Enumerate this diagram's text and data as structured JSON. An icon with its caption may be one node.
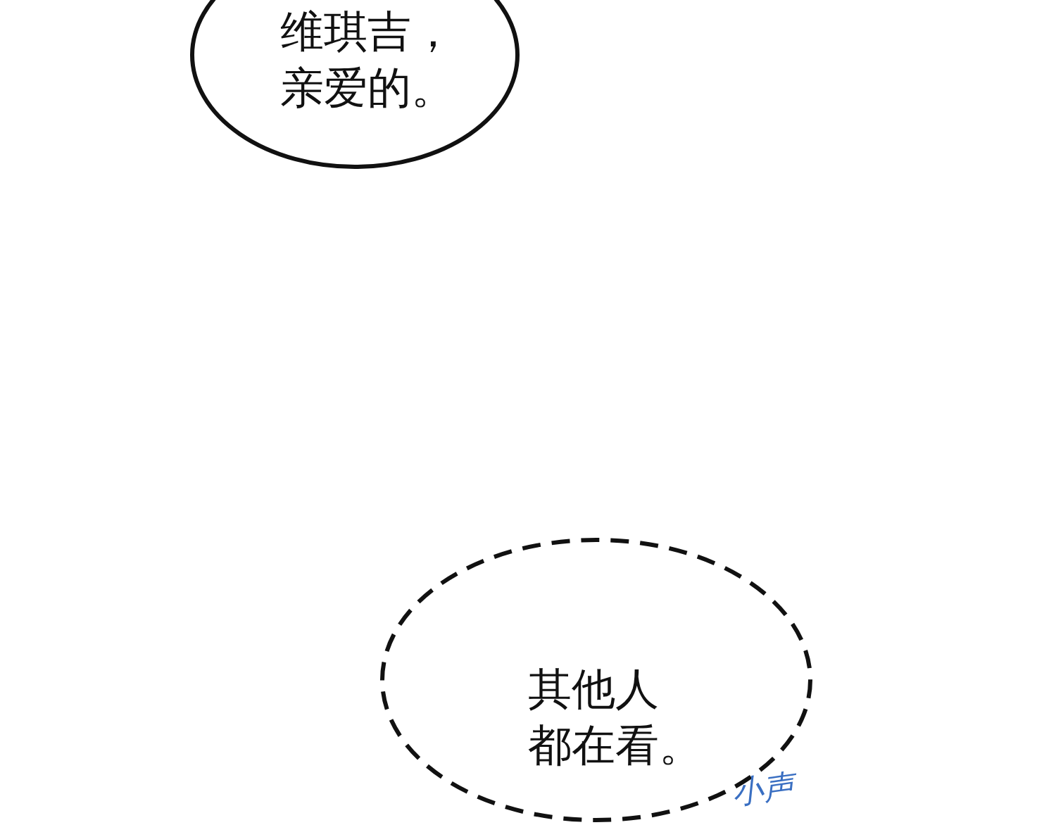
{
  "diagram": {
    "nodes": [
      {
        "text": [
          "维琪吉，亲爱的。"
        ]
      },
      {
        "text": [
          "其他人都在看。"
        ]
      }
    ],
    "labels": [
      "小声"
    ]
  }
}
